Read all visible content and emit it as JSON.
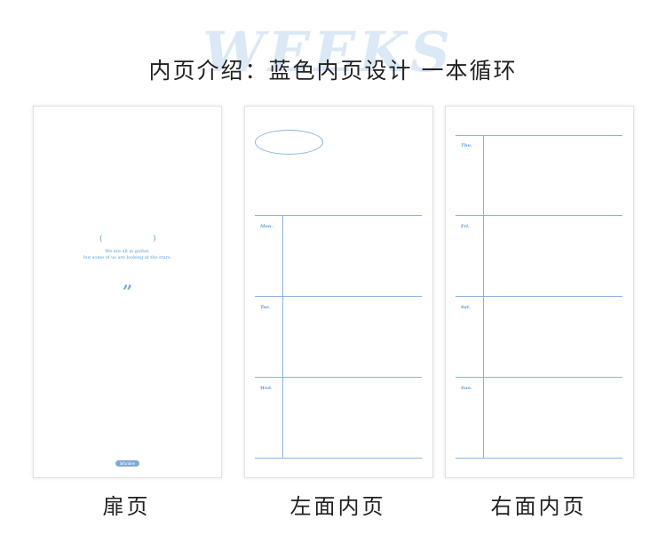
{
  "watermark": "WEEKS",
  "headline": "内页介绍：蓝色内页设计 一本循环",
  "cover_page": {
    "caption": "扉页",
    "paren_open": "(",
    "paren_close": ")",
    "quote_line1": "We are all in gutter,",
    "quote_line2": "but some of us are looking at the stars.",
    "quote_mark": "”",
    "brand": "lafunbee"
  },
  "left_page": {
    "caption": "左面内页",
    "days": [
      "Mon.",
      "Tue.",
      "Wed."
    ]
  },
  "right_page": {
    "caption": "右面内页",
    "days": [
      "Thu.",
      "Fri.",
      "Sat.",
      "Sun."
    ]
  },
  "colors": {
    "accent": "#5b9bd5",
    "line": "#8ab4de",
    "text": "#222222"
  }
}
